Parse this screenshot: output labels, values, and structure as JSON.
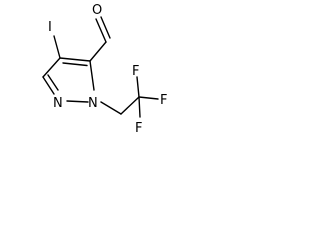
{
  "structure": {
    "atoms": {
      "iodine": "I",
      "oxygen": "O",
      "nitrogen_1": "N",
      "nitrogen_2": "N",
      "fluorine_top": "F",
      "fluorine_right": "F",
      "fluorine_bottom": "F"
    },
    "bond_color": "#000000",
    "label_color": "#000000",
    "background_color": "#ffffff"
  }
}
